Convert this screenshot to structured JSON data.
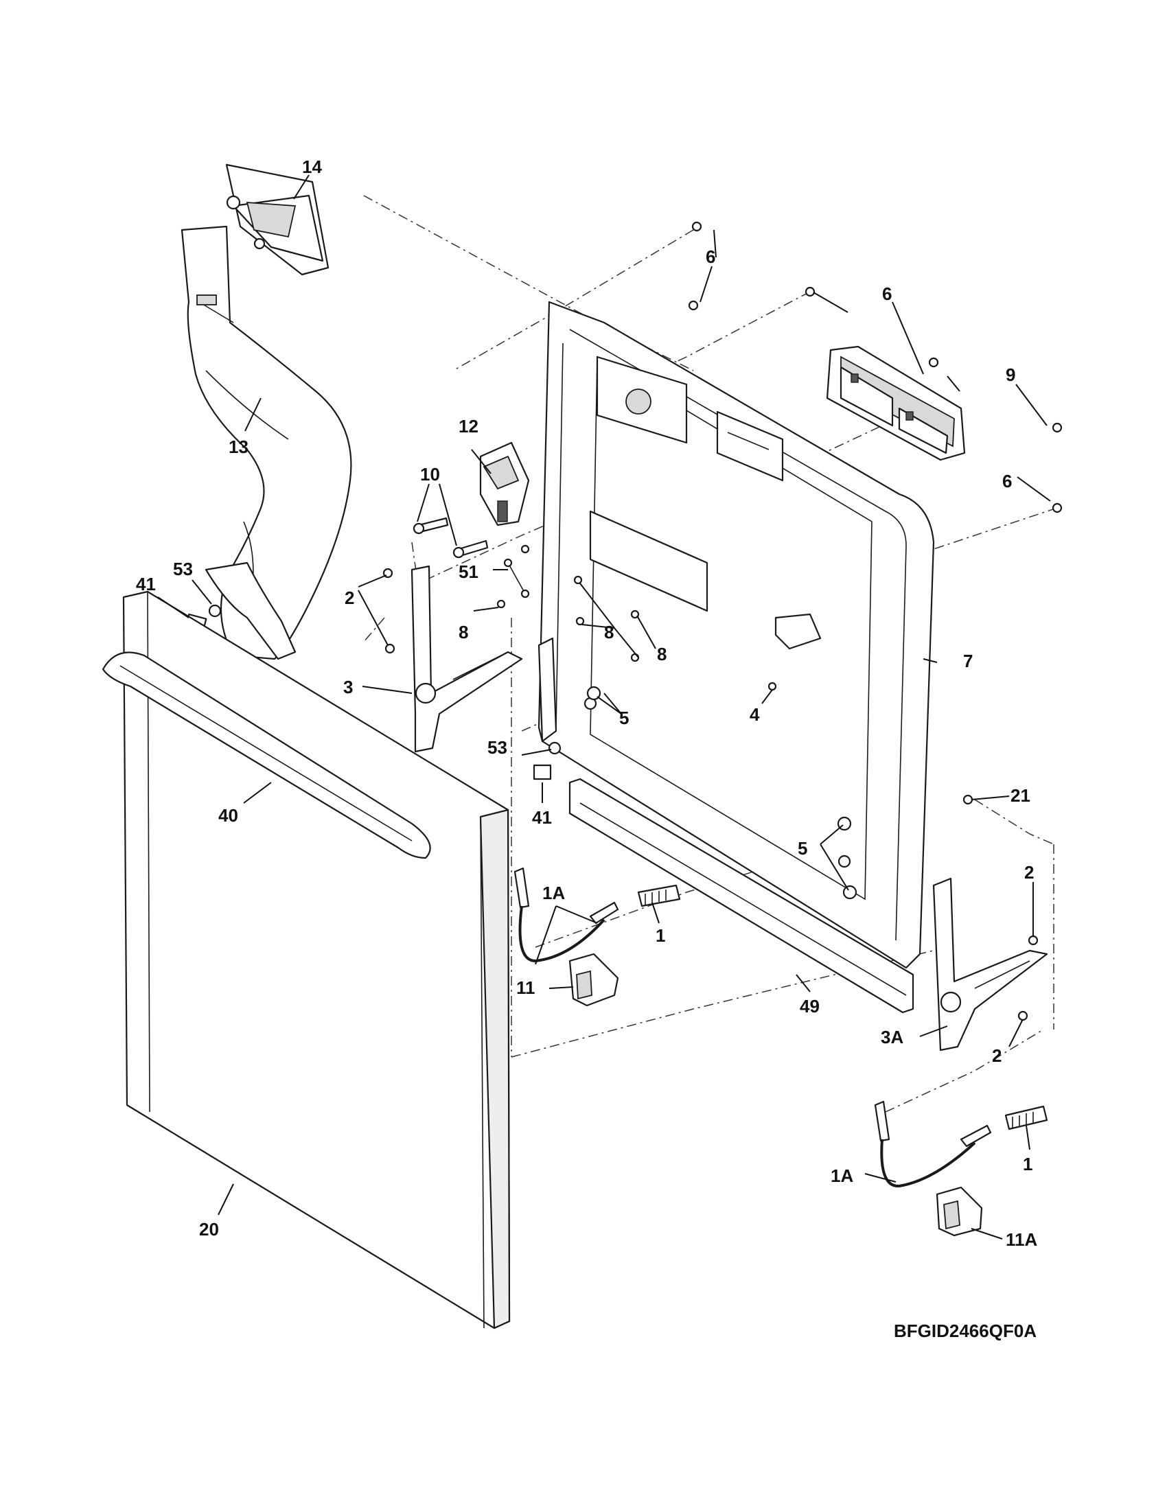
{
  "diagram": {
    "model_code": "BFGID2466QF0A",
    "callouts": {
      "c14": "14",
      "c13": "13",
      "c12": "12",
      "c10": "10",
      "c6a": "6",
      "c6b": "6",
      "c6c": "6",
      "c9": "9",
      "c41a": "41",
      "c53a": "53",
      "c2a": "2",
      "c51": "51",
      "c8a": "8",
      "c8b": "8",
      "c8c": "8",
      "c3": "3",
      "c7": "7",
      "c4": "4",
      "c5a": "5",
      "c53b": "53",
      "c41b": "41",
      "c40": "40",
      "c21": "21",
      "c5b": "5",
      "c2b": "2",
      "c1Aa": "1A",
      "c1a": "1",
      "c11": "11",
      "c49": "49",
      "c3A": "3A",
      "c2c": "2",
      "c1Ab": "1A",
      "c1b": "1",
      "c11A": "11A",
      "c20": "20"
    }
  }
}
